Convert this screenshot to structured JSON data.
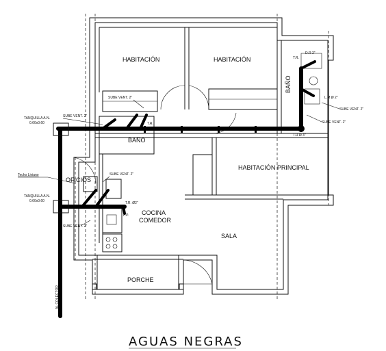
{
  "title": "AGUAS NEGRAS",
  "rooms": {
    "habitacion_1": "HABITACIÓN",
    "habitacion_2": "HABITACIÓN",
    "bano_right": "BAÑO",
    "bano_left": "BAÑO",
    "habitacion_principal": "HABITACIÓN PRINCIPAL",
    "oficios": "OFICIOS",
    "cocina": "COCINA",
    "comedor": "COMEDOR",
    "sala": "SALA",
    "porche": "PORCHE"
  },
  "labels": {
    "tanquilla_top": "TANQUILLA A.N.",
    "tanquilla_top_size": "0.60x0.60",
    "tanquilla_bottom": "TANQUILLA A.N.",
    "tanquilla_bottom_size": "0.60x0.60",
    "techo_liviano": "Techo Liviano",
    "sube_vent_left_top": "SUBE VENT. 2\"",
    "sube_vent_bano_left": "SUBE VENT. 2\"",
    "sube_vent_oficios": "SUBE VENT. 2\"",
    "sube_vent_cocina_bottom": "SUBE VENT. 2\"",
    "sube_vent_right_1": "SUBE VENT. 2\"",
    "sube_vent_right_2": "SUBE VENT. 2\"",
    "tr_top_right": "T.R.",
    "dr_top_right": "D.R 2\"",
    "lm_right": "L.M Ø 2\"",
    "tr_4": "T.R Ø 4\"",
    "tr_cocina": "T.R. Ø2\"",
    "lp": "L.P.",
    "tr_bano_left": "T.R.",
    "vertical_label": "AL COLECTOR"
  }
}
